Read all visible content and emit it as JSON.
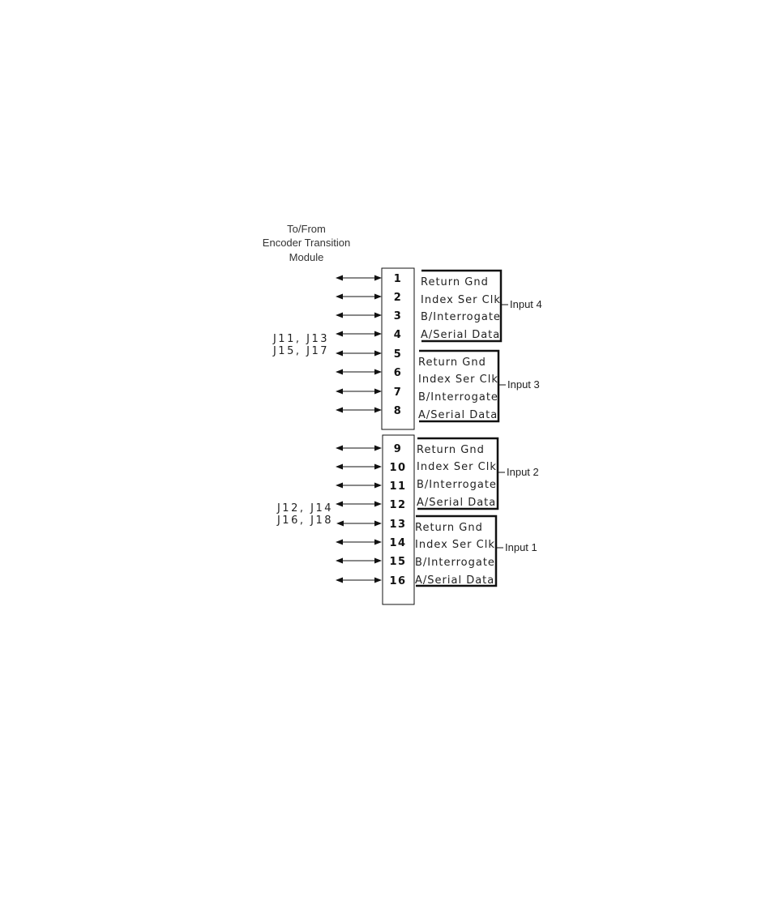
{
  "title": [
    "To/From",
    "Encoder Transition",
    "Module"
  ],
  "connector_labels": {
    "upper": [
      "J11, J13",
      "J15, J17"
    ],
    "lower": [
      "J12, J14",
      "J16, J18"
    ]
  },
  "pins": [
    "1",
    "2",
    "3",
    "4",
    "5",
    "6",
    "7",
    "8",
    "9",
    "10",
    "11",
    "12",
    "13",
    "14",
    "15",
    "16"
  ],
  "groups": [
    {
      "label": "Input 4",
      "signals": [
        "Return Gnd",
        "Index Ser Clk",
        "B/Interrogate",
        "A/Serial Data"
      ]
    },
    {
      "label": "Input 3",
      "signals": [
        "Return Gnd",
        "Index Ser Clk",
        "B/Interrogate",
        "A/Serial Data"
      ]
    },
    {
      "label": "Input 2",
      "signals": [
        "Return Gnd",
        "Index Ser Clk",
        "B/Interrogate",
        "A/Serial Data"
      ]
    },
    {
      "label": "Input 1",
      "signals": [
        "Return Gnd",
        "Index Ser Clk",
        "B/Interrogate",
        "A/Serial Data"
      ]
    }
  ],
  "colors": {
    "line": "#111111",
    "text": "#222222",
    "background": "#ffffff"
  }
}
